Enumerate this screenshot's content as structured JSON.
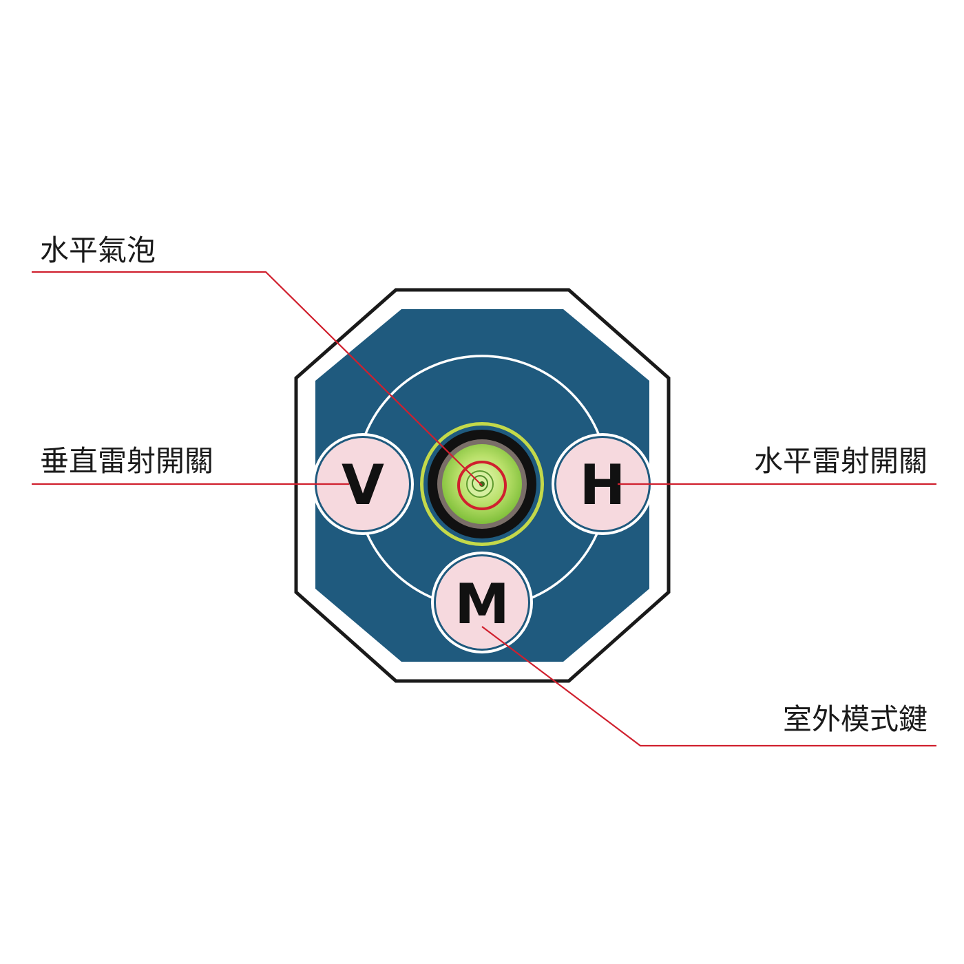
{
  "labels": {
    "bubble_level": "水平氣泡",
    "vertical_switch": "垂直雷射開關",
    "horizontal_switch": "水平雷射開關",
    "outdoor_mode": "室外模式鍵"
  },
  "buttons": {
    "vertical": "V",
    "horizontal": "H",
    "mode": "M"
  },
  "colors": {
    "panel": "#1f5a7e",
    "button_fill": "#f6d9de",
    "leader_line": "#d0202e",
    "bubble_green": "#a9d85a",
    "outline": "#1a1a1a"
  }
}
